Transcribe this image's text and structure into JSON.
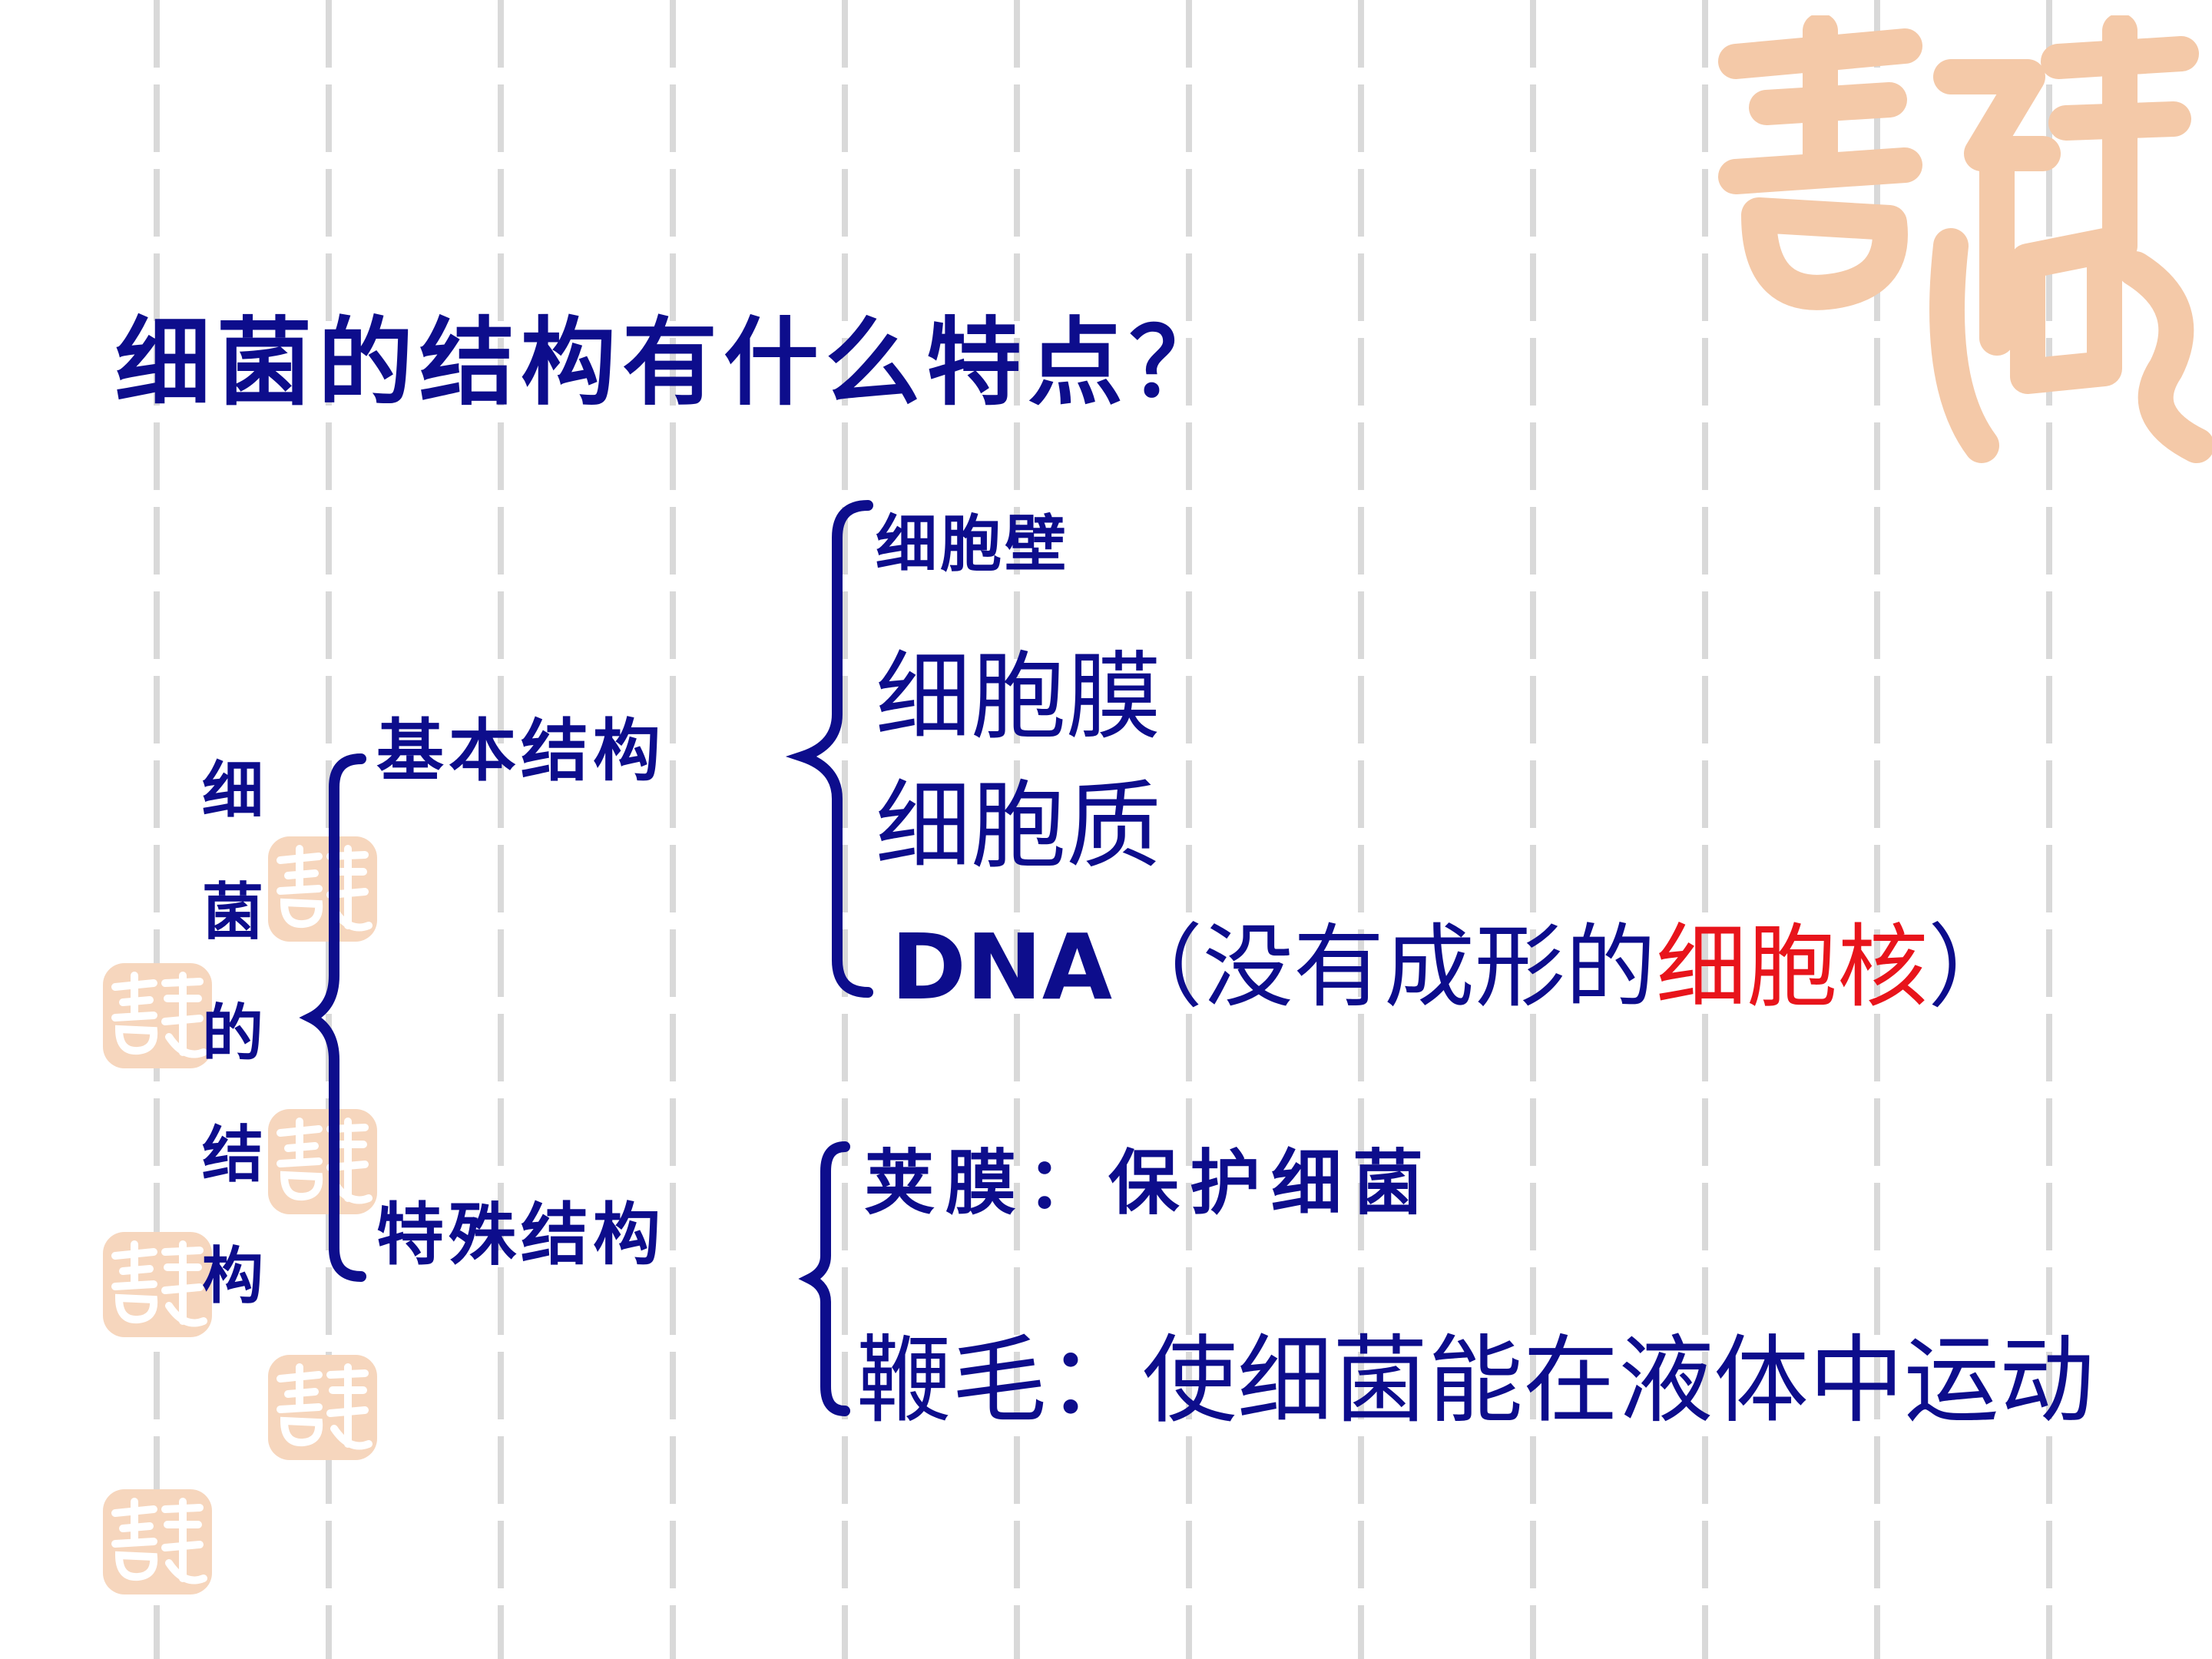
{
  "title": "细菌的结构有什么特点？",
  "main_label_chars": [
    "细",
    "菌",
    "的",
    "结",
    "构"
  ],
  "basic_structure": {
    "label": "基本结构",
    "items": [
      {
        "text": "细胞壁"
      },
      {
        "text": "细胞膜"
      },
      {
        "text": "细胞质"
      }
    ],
    "dna": {
      "prefix": "DNA",
      "open_paren": "（",
      "middle": "没有成形的",
      "highlight": "细胞核",
      "close_paren": "）"
    }
  },
  "special_structure": {
    "label": "特殊结构",
    "capsule": "荚膜：保护细菌",
    "flagella": "鞭毛：使细菌能在液体中运动"
  },
  "colors": {
    "text": "#0d0d8c",
    "highlight": "#e8141b",
    "seal": "#f4c9a8",
    "stripes": "#d9d9d9"
  }
}
